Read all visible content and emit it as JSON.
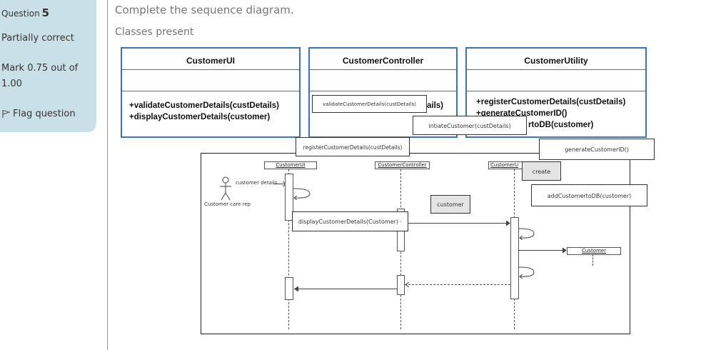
{
  "question": {
    "label": "Question",
    "number": "5",
    "status": "Partially correct",
    "mark_line1": "Mark 0.75 out of",
    "mark_line2": "1.00",
    "flag_label": "Flag question"
  },
  "prompt": {
    "heading": "Complete the sequence diagram.",
    "subheading": "Classes present"
  },
  "classes": [
    {
      "name": "CustomerUI",
      "ops": [
        "+validateCustomerDetails(custDetails)",
        "+displayCustomerDetails(customer)"
      ]
    },
    {
      "name": "CustomerController",
      "ops": [
        "ails)"
      ]
    },
    {
      "name": "CustomerUtility",
      "ops": [
        "+registerCustomerDetails(custDetails)",
        "+generateCustomerID()",
        "rtoDB(customer)"
      ]
    }
  ],
  "diagram": {
    "lifelines": [
      "CustomerUI",
      "CustomerController",
      "CustomerU",
      "Customer"
    ],
    "actor_label": "Customer care rep",
    "first_message": "customer details"
  },
  "tokens": {
    "validate": "validateCustomerDetails(custDetails)",
    "initiate": "intiateCustomer(custDetails)",
    "register": "registerCustomerDetails(custDetails)",
    "generate": "generateCustomerID()",
    "create": "create",
    "add": "addCustomertoDB(customer)",
    "customer": "customer",
    "display": "displayCustomerDetails(Customer) ·"
  }
}
